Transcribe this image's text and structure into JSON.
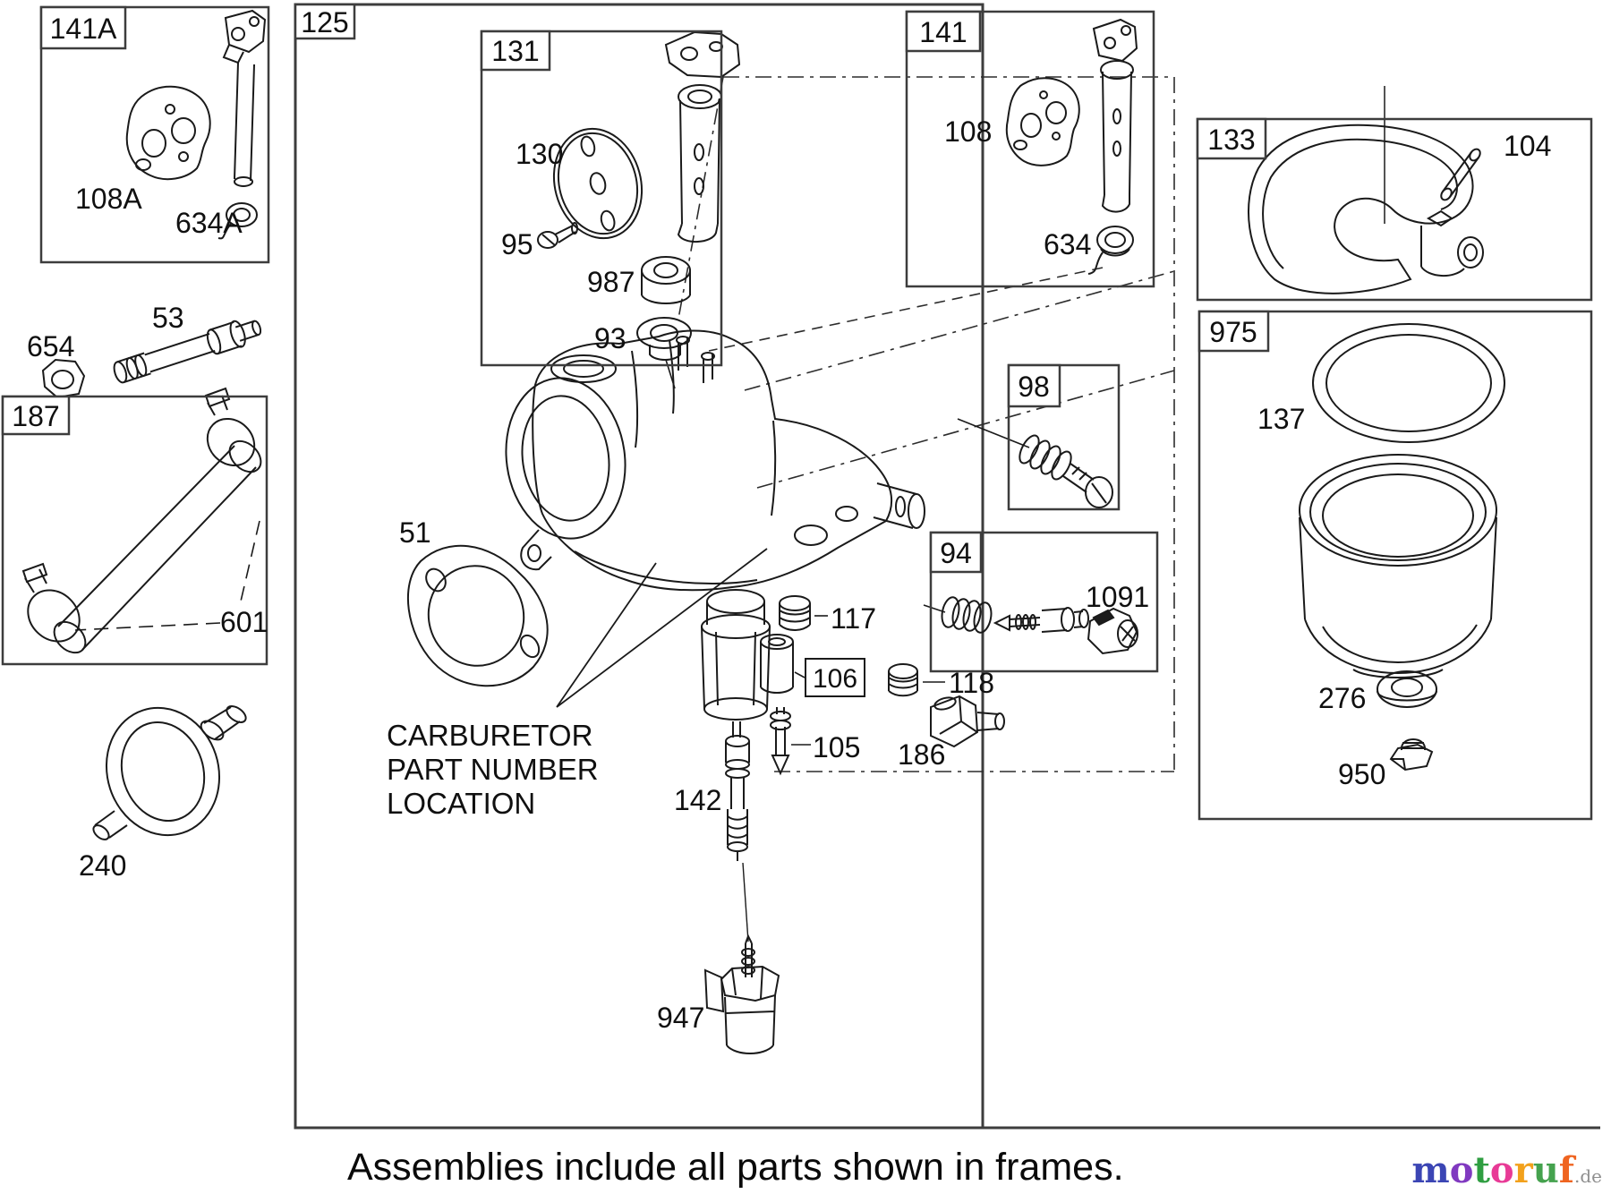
{
  "frames": {
    "f125": "125",
    "f131": "131",
    "f141a": "141A",
    "f141": "141",
    "f187": "187",
    "f133": "133",
    "f975": "975",
    "f98": "98",
    "f94": "94"
  },
  "labels": {
    "p51": "51",
    "p53": "53",
    "p93": "93",
    "p95": "95",
    "p104": "104",
    "p105": "105",
    "p106": "106",
    "p108": "108",
    "p108a": "108A",
    "p117": "117",
    "p118": "118",
    "p130": "130",
    "p137": "137",
    "p142": "142",
    "p186": "186",
    "p240": "240",
    "p276": "276",
    "p601": "601",
    "p634": "634",
    "p634a": "634A",
    "p654": "654",
    "p947": "947",
    "p950": "950",
    "p987": "987",
    "p1091": "1091"
  },
  "annotation": {
    "line1": "CARBURETOR",
    "line2": "PART NUMBER",
    "line3": "LOCATION"
  },
  "footer": {
    "caption": "Assemblies include all parts shown in frames."
  },
  "watermark": {
    "letters": [
      {
        "ch": "m",
        "color": "#3b45b4"
      },
      {
        "ch": "o",
        "color": "#8039c0"
      },
      {
        "ch": "t",
        "color": "#2f9e41"
      },
      {
        "ch": "o",
        "color": "#e83a96"
      },
      {
        "ch": "r",
        "color": "#f2a11c"
      },
      {
        "ch": "u",
        "color": "#45a24e"
      },
      {
        "ch": "f",
        "color": "#ef6420"
      }
    ],
    "suffix": ".de",
    "suffix_color": "#8f8f8f"
  }
}
